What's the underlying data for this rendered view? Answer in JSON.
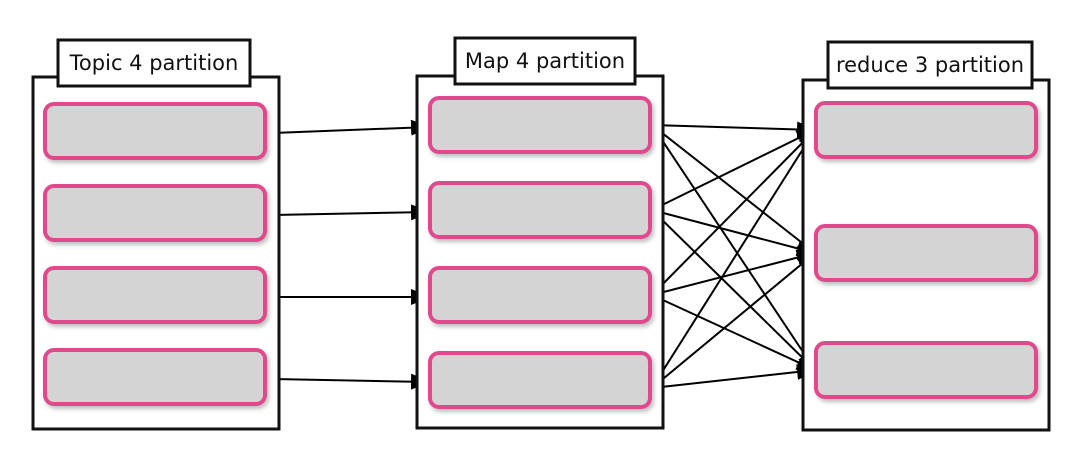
{
  "diagram": {
    "columns": [
      {
        "id": "topic",
        "title": "Topic 4 partition",
        "partition_count": 4
      },
      {
        "id": "map",
        "title": "Map 4 partition",
        "partition_count": 4
      },
      {
        "id": "reduce",
        "title": "reduce 3 partition",
        "partition_count": 3
      }
    ],
    "edges": {
      "topic_to_map": "one-to-one",
      "map_to_reduce": "all-to-all"
    },
    "colors": {
      "partition_fill": "#d4d4d4",
      "partition_border": "#e0488c",
      "frame_stroke": "#111111",
      "arrow": "#000000"
    }
  }
}
